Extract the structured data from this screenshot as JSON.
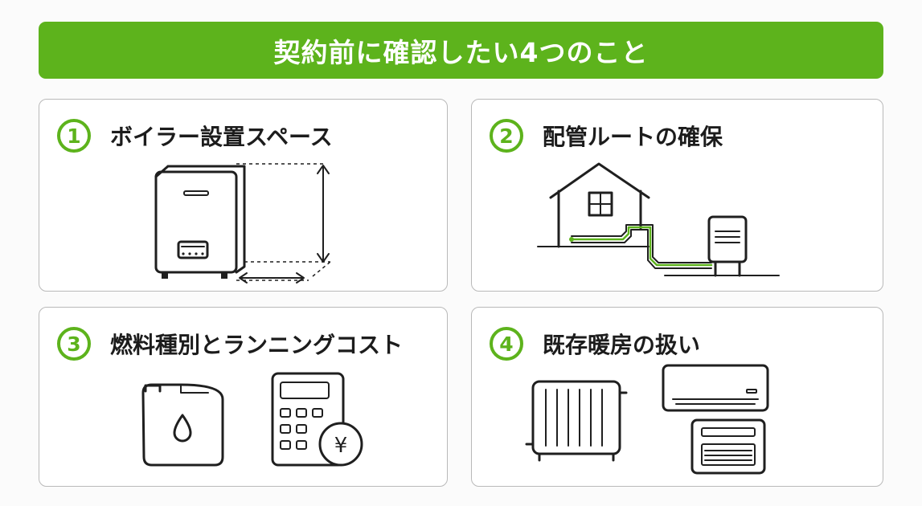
{
  "banner": {
    "title": "契約前に確認したい4つのこと"
  },
  "cards": [
    {
      "number": "1",
      "title": "ボイラー設置スペース",
      "icon": "boiler-icon"
    },
    {
      "number": "2",
      "title": "配管ルートの確保",
      "icon": "house-piping-icon"
    },
    {
      "number": "3",
      "title": "燃料種別とランニングコスト",
      "icon": "fuel-cost-icon"
    },
    {
      "number": "4",
      "title": "既存暖房の扱い",
      "icon": "heaters-icon"
    }
  ],
  "symbols": {
    "yen": "¥"
  },
  "colors": {
    "accent": "#5db31c",
    "ink": "#1f1f1f",
    "border": "#b9b9b9"
  }
}
